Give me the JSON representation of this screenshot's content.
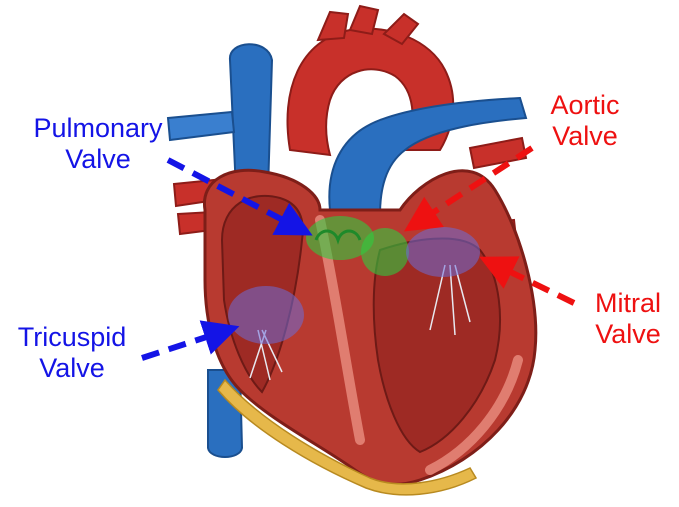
{
  "labels": {
    "pulmonary": {
      "line1": "Pulmonary",
      "line2": "Valve"
    },
    "aortic": {
      "line1": "Aortic",
      "line2": "Valve"
    },
    "tricuspid": {
      "line1": "Tricuspid",
      "line2": "Valve"
    },
    "mitral": {
      "line1": "Mitral",
      "line2": "Valve"
    }
  },
  "colors": {
    "right_side_labels": "#1414e6",
    "left_side_labels": "#ee1111",
    "semilunar_valve_highlight": "#2ecc40",
    "atrioventricular_valve_highlight": "#6b6bd8"
  }
}
